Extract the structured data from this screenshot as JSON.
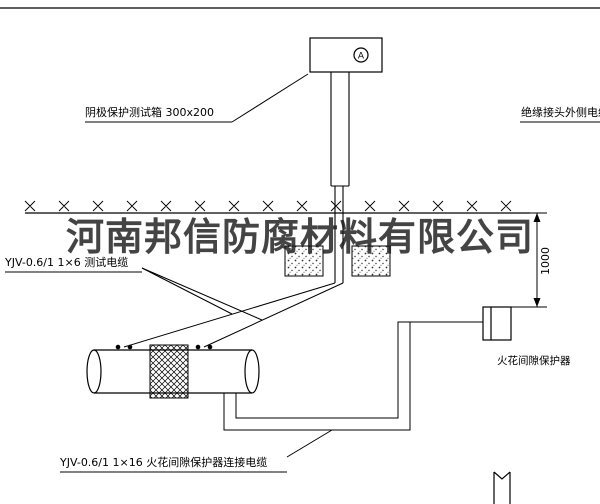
{
  "watermark": "河南邦信防腐材料有限公司",
  "labels": {
    "test_box": "阴极保护测试箱 300x200",
    "outer_cable": "绝缘接头外侧电缆",
    "test_cable": "YJV-0.6/1 1×6  测试电缆",
    "spark_gap": "火花间隙保护器",
    "connection_cable": "YJV-0.6/1 1×16  火花间隙保护器连接电缆",
    "dimension_height": "1000",
    "meter": "A"
  },
  "colors": {
    "line": "#000000",
    "background": "#ffffff",
    "watermark": "#1c1c1c"
  }
}
